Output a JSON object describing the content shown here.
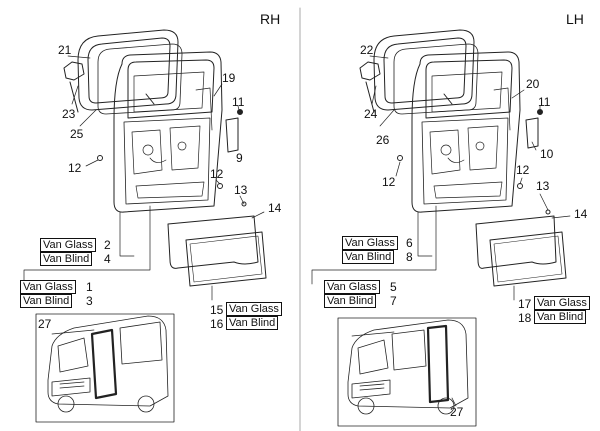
{
  "panels": {
    "right": {
      "side_label": "RH",
      "callouts": [
        "21",
        "23",
        "25",
        "19",
        "11",
        "9",
        "12",
        "12",
        "13",
        "14",
        "2",
        "4",
        "1",
        "3",
        "15",
        "16",
        "27"
      ]
    },
    "left": {
      "side_label": "LH",
      "callouts": [
        "22",
        "24",
        "26",
        "20",
        "11",
        "10",
        "12",
        "12",
        "13",
        "14",
        "6",
        "8",
        "5",
        "7",
        "17",
        "18",
        "27"
      ]
    }
  },
  "variants": {
    "glass": "Van Glass",
    "blind": "Van Blind"
  }
}
